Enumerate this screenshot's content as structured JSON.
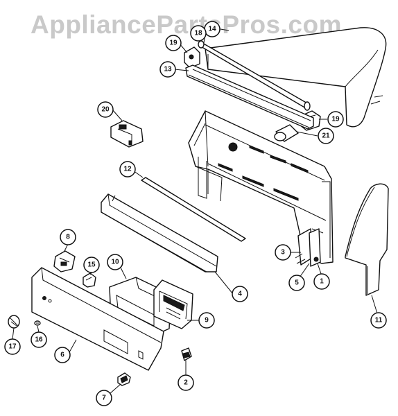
{
  "watermark": "AppliancePartsPros.com",
  "callouts": [
    {
      "id": "14",
      "label": "14"
    },
    {
      "id": "18",
      "label": "18"
    },
    {
      "id": "19a",
      "label": "19"
    },
    {
      "id": "13",
      "label": "13"
    },
    {
      "id": "20",
      "label": "20"
    },
    {
      "id": "19b",
      "label": "19"
    },
    {
      "id": "21",
      "label": "21"
    },
    {
      "id": "12",
      "label": "12"
    },
    {
      "id": "8",
      "label": "8"
    },
    {
      "id": "15",
      "label": "15"
    },
    {
      "id": "10",
      "label": "10"
    },
    {
      "id": "4",
      "label": "4"
    },
    {
      "id": "3",
      "label": "3"
    },
    {
      "id": "5",
      "label": "5"
    },
    {
      "id": "1",
      "label": "1"
    },
    {
      "id": "11",
      "label": "11"
    },
    {
      "id": "9",
      "label": "9"
    },
    {
      "id": "6",
      "label": "6"
    },
    {
      "id": "17",
      "label": "17"
    },
    {
      "id": "16",
      "label": "16"
    },
    {
      "id": "2",
      "label": "2"
    },
    {
      "id": "7",
      "label": "7"
    }
  ]
}
